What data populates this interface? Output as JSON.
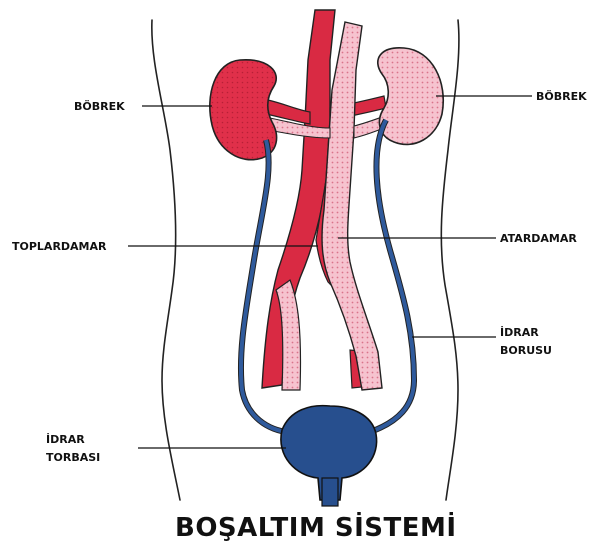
{
  "title": "BOŞALTIM SİSTEMİ",
  "labels": {
    "left_kidney": "BÖBREK",
    "right_kidney": "BÖBREK",
    "vein": "TOPLARDAMAR",
    "artery": "ATARDAMAR",
    "ureter_line1": "İDRAR",
    "ureter_line2": "BORUSU",
    "bladder_line1": "İDRAR",
    "bladder_line2": "TORBASI"
  },
  "colors": {
    "kidney_left": "#e0304a",
    "kidney_right": "#f4b7c4",
    "vein": "#d92a43",
    "artery": "#f6c3cf",
    "ureter": "#2f5a9c",
    "bladder": "#274f8e",
    "outline": "#222222"
  }
}
